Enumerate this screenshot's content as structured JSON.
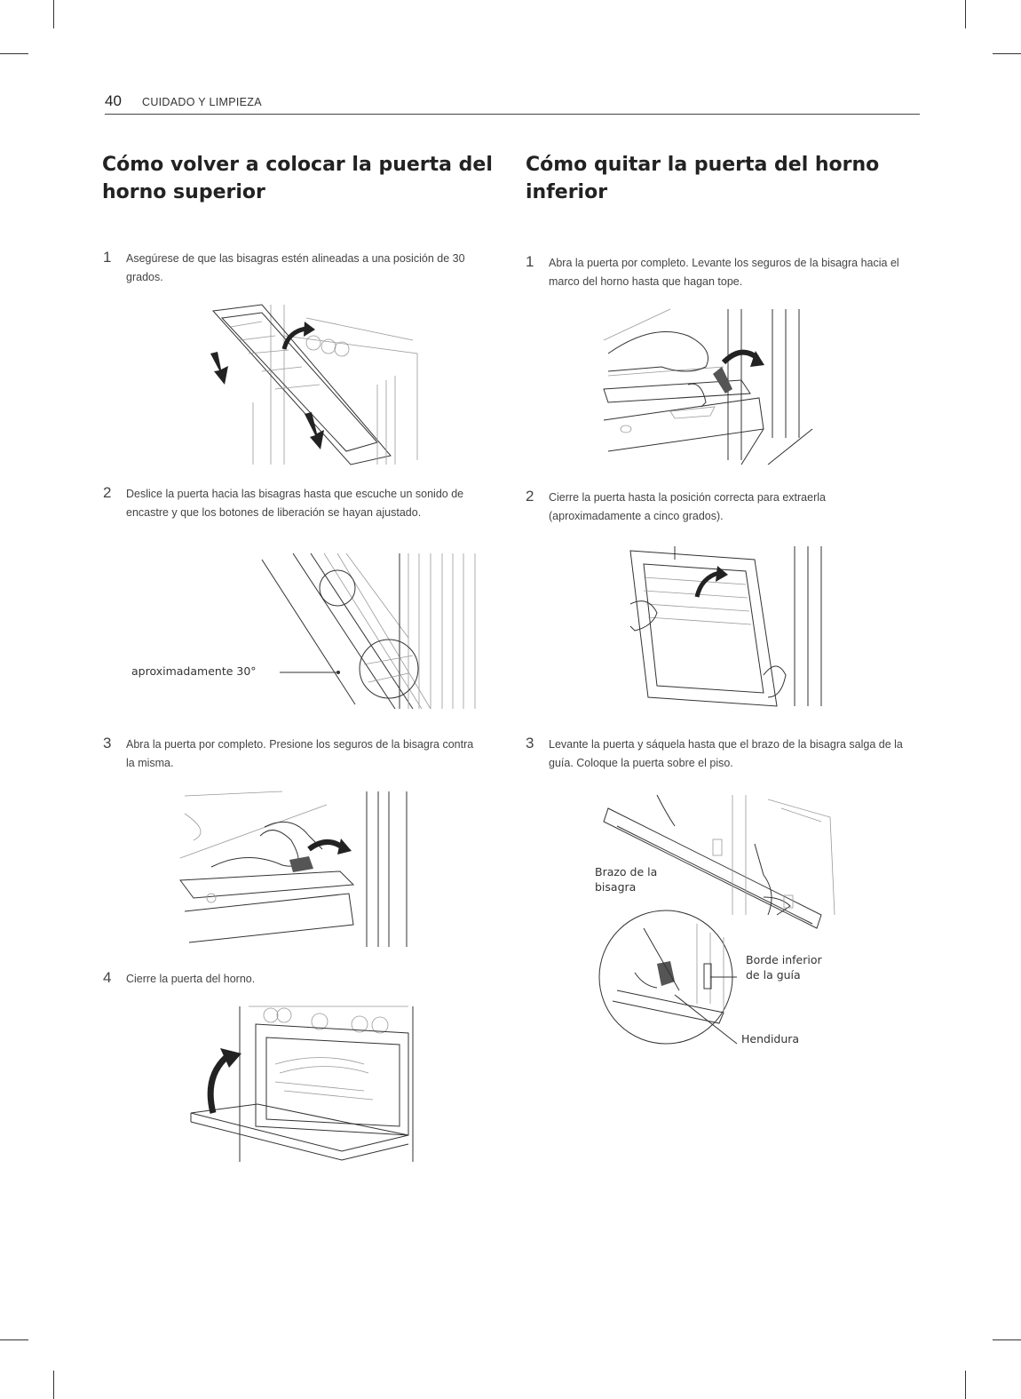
{
  "header": {
    "page_number": "40",
    "section": "CUIDADO Y LIMPIEZA"
  },
  "left": {
    "title": "Cómo volver a colocar la puerta del horno superior",
    "steps": [
      {
        "num": "1",
        "text": "Asegúrese de que las bisagras estén alineadas a una posición de 30 grados."
      },
      {
        "num": "2",
        "text": "Deslice la puerta hacia las bisagras hasta que escuche un sonido de encastre y que los botones de liberación se hayan ajustado."
      },
      {
        "num": "3",
        "text": "Abra la puerta por completo. Presione los seguros de la bisagra contra la misma."
      },
      {
        "num": "4",
        "text": "Cierre la puerta del horno."
      }
    ],
    "angle_label": "aproximadamente 30°"
  },
  "right": {
    "title": "Cómo quitar la puerta del horno inferior",
    "steps": [
      {
        "num": "1",
        "text": "Abra la puerta por completo. Levante los seguros de la bisagra hacia el marco del horno hasta que hagan tope."
      },
      {
        "num": "2",
        "text": "Cierre la puerta hasta la posición correcta para extraerla (aproximadamente a cinco grados)."
      },
      {
        "num": "3",
        "text": "Levante la puerta y sáquela hasta que el brazo de la bisagra salga de la guía. Coloque la puerta sobre el piso."
      }
    ],
    "labels": {
      "hinge_arm": "Brazo de la bisagra",
      "guide_edge": "Borde inferior de la guía",
      "notch": "Hendidura"
    }
  }
}
